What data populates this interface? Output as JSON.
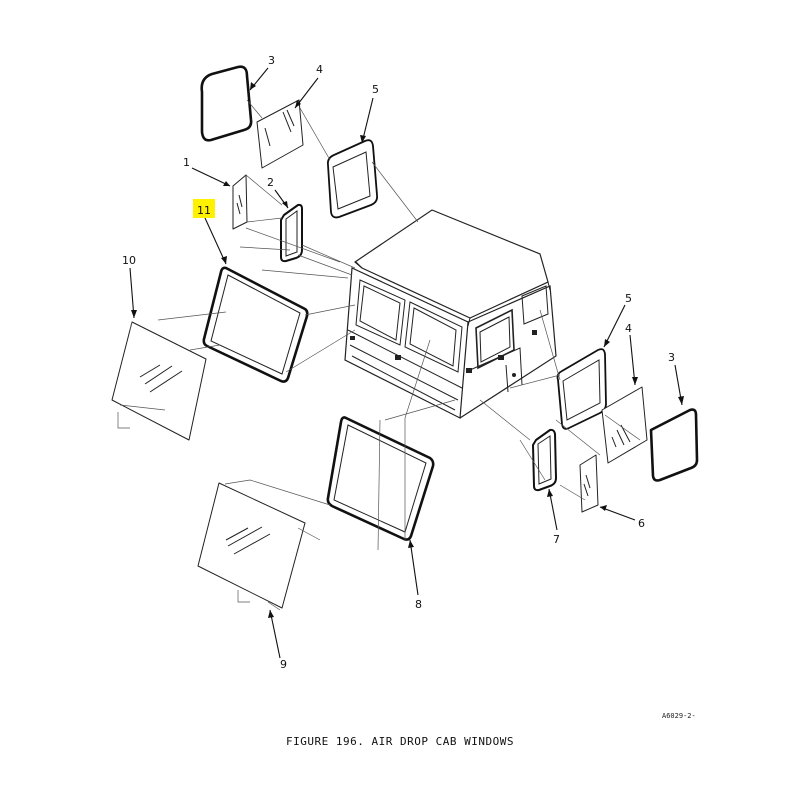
{
  "figure": {
    "caption": "FIGURE 196. AIR DROP CAB WINDOWS",
    "drawing_code": "A6029-2-",
    "highlight_color": "#fff200"
  },
  "callouts": [
    {
      "id": "c1",
      "label": "1"
    },
    {
      "id": "c2",
      "label": "2"
    },
    {
      "id": "c3a",
      "label": "3"
    },
    {
      "id": "c4a",
      "label": "4"
    },
    {
      "id": "c5a",
      "label": "5"
    },
    {
      "id": "c10",
      "label": "10"
    },
    {
      "id": "c11",
      "label": "11",
      "highlighted": true
    },
    {
      "id": "c5b",
      "label": "5"
    },
    {
      "id": "c4b",
      "label": "4"
    },
    {
      "id": "c3b",
      "label": "3"
    },
    {
      "id": "c6",
      "label": "6"
    },
    {
      "id": "c7",
      "label": "7"
    },
    {
      "id": "c8",
      "label": "8"
    },
    {
      "id": "c9",
      "label": "9"
    }
  ]
}
